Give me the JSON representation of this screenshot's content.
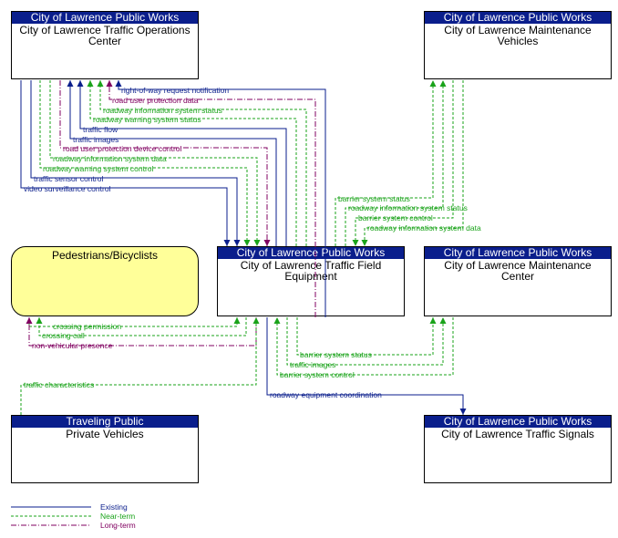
{
  "colors": {
    "existing": "#0a1e8c",
    "near_term": "#1aa31a",
    "long_term": "#800060",
    "header": "#0a1e8c",
    "pedestrian_fill": "#ffff99"
  },
  "nodes": {
    "toc": {
      "owner": "City of Lawrence Public Works",
      "name": "City of Lawrence Traffic Operations Center"
    },
    "mv": {
      "owner": "City of Lawrence Public Works",
      "name": "City of Lawrence Maintenance Vehicles"
    },
    "tfe": {
      "owner": "City of Lawrence Public Works",
      "name": "City of Lawrence Traffic Field Equipment"
    },
    "mc": {
      "owner": "City of Lawrence Public Works",
      "name": "City of Lawrence Maintenance Center"
    },
    "ped": {
      "owner": "",
      "name": "Pedestrians/Bicyclists"
    },
    "pv": {
      "owner": "Traveling Public",
      "name": "Private Vehicles"
    },
    "ts": {
      "owner": "City of Lawrence Public Works",
      "name": "City of Lawrence Traffic Signals"
    }
  },
  "flows": [
    {
      "label": "right-of-way request notification",
      "status": "existing"
    },
    {
      "label": "road user protection data",
      "status": "long_term"
    },
    {
      "label": "roadway information system status",
      "status": "near_term"
    },
    {
      "label": "roadway warning system status",
      "status": "near_term"
    },
    {
      "label": "traffic flow",
      "status": "existing"
    },
    {
      "label": "traffic images",
      "status": "existing"
    },
    {
      "label": "road user protection device control",
      "status": "long_term"
    },
    {
      "label": "roadway information system data",
      "status": "near_term"
    },
    {
      "label": "roadway warning system control",
      "status": "near_term"
    },
    {
      "label": "traffic sensor control",
      "status": "existing"
    },
    {
      "label": "video surveillance control",
      "status": "existing"
    },
    {
      "label": "barrier system status",
      "status": "near_term"
    },
    {
      "label": "roadway information system status",
      "status": "near_term"
    },
    {
      "label": "barrier system control",
      "status": "near_term"
    },
    {
      "label": "roadway information system data",
      "status": "near_term"
    },
    {
      "label": "barrier system status",
      "status": "near_term"
    },
    {
      "label": "traffic images",
      "status": "near_term"
    },
    {
      "label": "barrier system control",
      "status": "near_term"
    },
    {
      "label": "crossing permission",
      "status": "near_term"
    },
    {
      "label": "crossing call",
      "status": "near_term"
    },
    {
      "label": "non-vehicular presence",
      "status": "long_term"
    },
    {
      "label": "traffic characteristics",
      "status": "near_term"
    },
    {
      "label": "roadway equipment coordination",
      "status": "existing"
    }
  ],
  "legend": [
    {
      "label": "Existing",
      "status": "existing"
    },
    {
      "label": "Near-term",
      "status": "near_term"
    },
    {
      "label": "Long-term",
      "status": "long_term"
    }
  ]
}
